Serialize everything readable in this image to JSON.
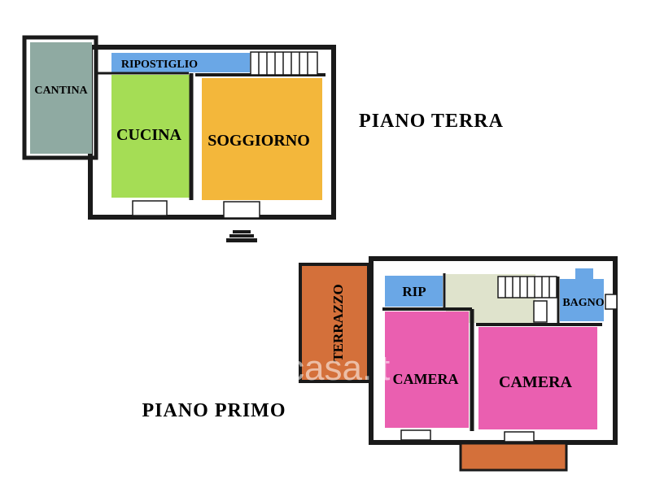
{
  "floors": {
    "ground": {
      "title": "PIANO TERRA",
      "rooms": {
        "cantina": "CANTINA",
        "ripostiglio": "RIPOSTIGLIO",
        "cucina": "CUCINA",
        "soggiorno": "SOGGIORNO"
      }
    },
    "first": {
      "title": "PIANO PRIMO",
      "rooms": {
        "terrazzo": "TERRAZZO",
        "rip": "RIP",
        "bagno": "BAGNO",
        "camera_left": "CAMERA",
        "camera_right": "CAMERA"
      }
    }
  },
  "watermark": "casa.it",
  "colors": {
    "cantina": "#8faaa2",
    "ripostiglio": "#6aa7e6",
    "cucina": "#a5dd55",
    "soggiorno": "#f3b73b",
    "terrazzo": "#d4703a",
    "rip": "#6aa7e6",
    "bagno": "#6aa7e6",
    "camera": "#ea5fb0",
    "hallway": "#dfe3cc",
    "wall": "#1a1a1a"
  }
}
